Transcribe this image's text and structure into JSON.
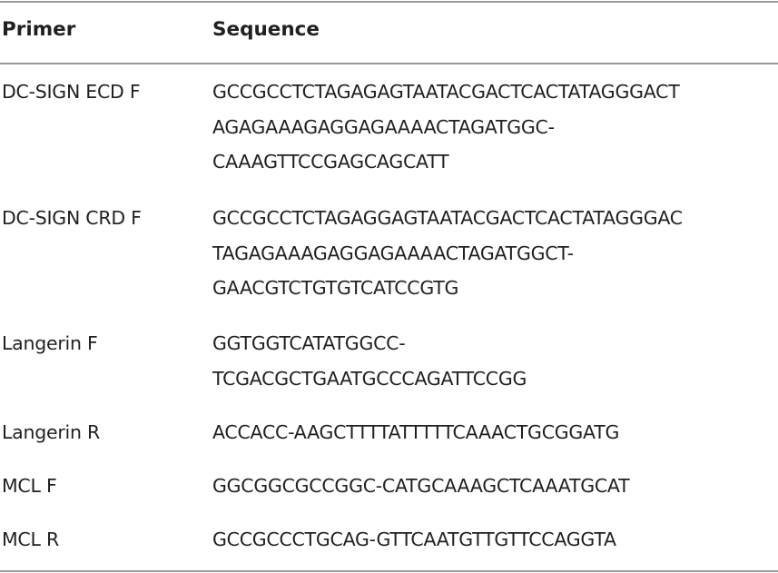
{
  "table": {
    "headers": {
      "primer": "Primer",
      "sequence": "Sequence"
    },
    "rows": [
      {
        "primer": "DC-SIGN ECD F",
        "sequence_lines": [
          "GCCGCCTCTAGAGAGTAATACGACTCACTATAGGGACT",
          "AGAGAAAGAGGAGAAAACTAGATGGC-",
          "CAAAGTTCCGAGCAGCATT"
        ]
      },
      {
        "primer": "DC-SIGN CRD F",
        "sequence_lines": [
          "GCCGCCTCTAGAGGAGTAATACGACTCACTATAGGGAC",
          "TAGAGAAAGAGGAGAAAACTAGATGGCT-",
          "GAACGTCTGTGTCATCCGTG"
        ]
      },
      {
        "primer": "Langerin F",
        "sequence_lines": [
          "GGTGGTCATATGGCC-",
          "TCGACGCTGAATGCCCAGATTCCGG"
        ]
      },
      {
        "primer": "Langerin R",
        "sequence_lines": [
          "ACCACC-AAGCTTTTATTTTTCAAACTGCGGATG"
        ]
      },
      {
        "primer": "MCL F",
        "sequence_lines": [
          "GGCGGCGCCGGC-CATGCAAAGCTCAAATGCAT"
        ]
      },
      {
        "primer": "MCL R",
        "sequence_lines": [
          "GCCGCCCTGCAG-GTTCAATGTTGTTCCAGGTA"
        ]
      }
    ]
  }
}
